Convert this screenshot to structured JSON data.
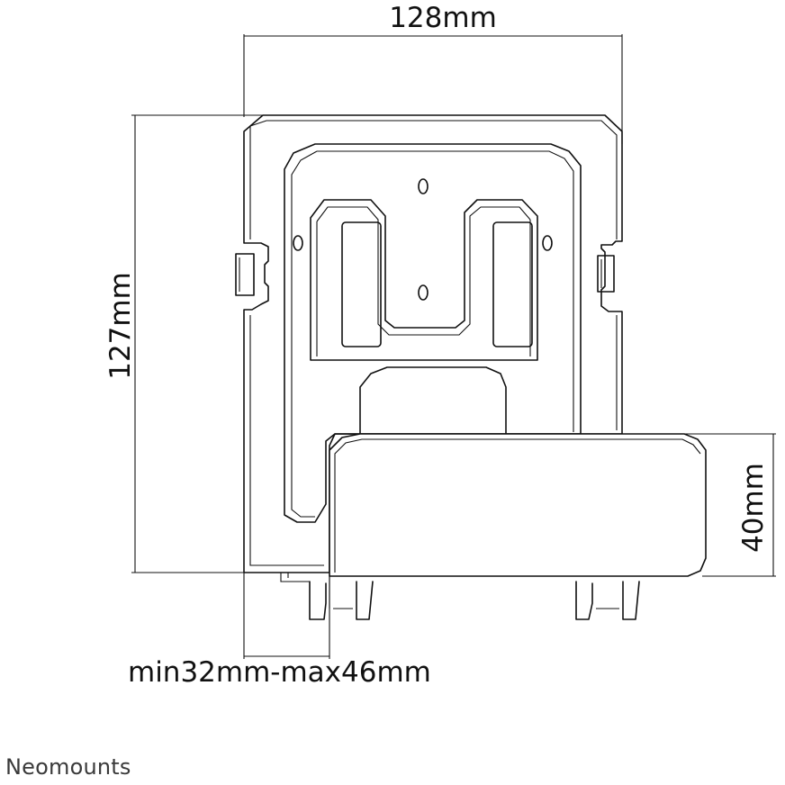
{
  "dimensions": {
    "width_label": "128mm",
    "height_label": "127mm",
    "depth_label": "40mm",
    "gap_label": "min32mm-max46mm"
  },
  "brand": {
    "name": "Neomounts"
  }
}
